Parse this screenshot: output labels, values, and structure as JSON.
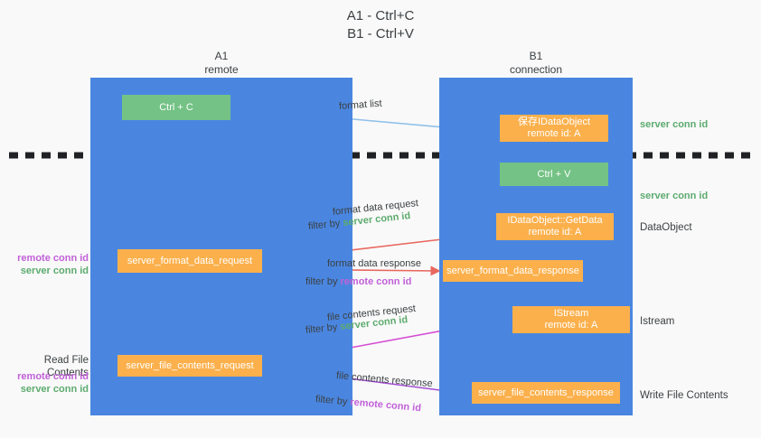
{
  "title": {
    "line1": "A1 - Ctrl+C",
    "line2": "B1 - Ctrl+V"
  },
  "columns": {
    "a1": {
      "name": "A1",
      "role": "remote"
    },
    "b1": {
      "name": "B1",
      "role": "connection"
    }
  },
  "boxes": {
    "ctrl_c": {
      "label": "Ctrl + C",
      "color": "#74c285"
    },
    "copy_dataobject": {
      "line1": "保存IDataObject",
      "line2": "remote id: A",
      "color": "#fbb04c"
    },
    "ctrl_v": {
      "label": "Ctrl + V",
      "color": "#74c285"
    },
    "getdata": {
      "line1": "IDataObject::GetData",
      "line2": "remote id: A",
      "color": "#fbb04c"
    },
    "format_data_request": {
      "label": "server_format_data_request",
      "color": "#fbb04c"
    },
    "format_data_response": {
      "label": "server_format_data_response",
      "color": "#fbb04c"
    },
    "istream": {
      "line1": "IStream",
      "line2": "remote id: A",
      "color": "#fbb04c"
    },
    "file_contents_request": {
      "label": "server_file_contents_request",
      "color": "#fbb04c"
    },
    "file_contents_response": {
      "label": "server_file_contents_response",
      "color": "#fbb04c"
    }
  },
  "flows": {
    "format_list": "format list",
    "format_data_request": "format data request",
    "format_data_request_filter_prefix": "filter by ",
    "format_data_request_filter_value": "server conn id",
    "format_data_response": "format data response",
    "format_data_response_filter_prefix": "filter by ",
    "format_data_response_filter_value": "remote conn id",
    "file_contents_request": "file contents request",
    "file_contents_request_filter_prefix": "filter by ",
    "file_contents_request_filter_value": "server conn id",
    "file_contents_response": "file contents response",
    "file_contents_response_filter_prefix": "filter by ",
    "file_contents_response_filter_value": "remote conn id"
  },
  "side_labels": {
    "server_conn_id_top": "server conn id",
    "server_conn_id_mid": "server conn id",
    "dataobject": "DataObject",
    "istream": "Istream",
    "write_file_contents": "Write File Contents",
    "read_file_contents": "Read File Contents",
    "remote_conn_id_1": "remote conn id",
    "server_conn_id_1": "server conn id",
    "remote_conn_id_2": "remote conn id",
    "server_conn_id_2": "server conn id"
  },
  "colors": {
    "column_blue": "#4a86e0",
    "box_green": "#74c285",
    "box_orange": "#fbb04c",
    "text_green": "#5cab6e",
    "text_purple": "#c160d8",
    "arrow_lightblue": "#8fc0e8",
    "arrow_red": "#e8685f",
    "arrow_magenta": "#d44bd4",
    "arrow_purple": "#a14bd4",
    "arrow_black": "#202124",
    "background": "#f9f9f9"
  }
}
